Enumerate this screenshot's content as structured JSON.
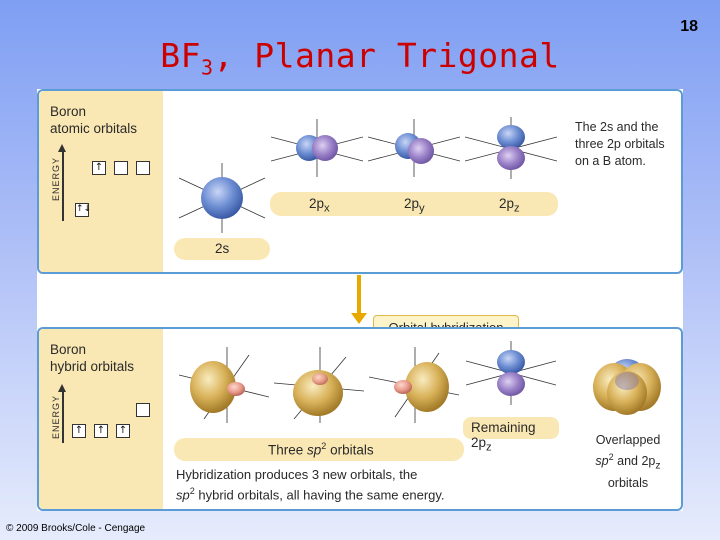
{
  "slide": {
    "title_main": "BF",
    "title_sub": "3",
    "title_rest": ", Planar Trigonal",
    "page_number": "18",
    "copyright": "© 2009 Brooks/Cole - Cengage"
  },
  "top_panel": {
    "label_line1": "Boron",
    "label_line2": "atomic orbitals",
    "energy_label": "ENERGY",
    "boxes_2p": [
      "↑",
      "",
      ""
    ],
    "box_2s": "↑↓",
    "orbital_2px": "2p",
    "orbital_2px_sub": "x",
    "orbital_2py": "2p",
    "orbital_2py_sub": "y",
    "orbital_2pz": "2p",
    "orbital_2pz_sub": "z",
    "orbital_2s": "2s",
    "description_line1": "The 2s and the",
    "description_line2": "three 2p orbitals",
    "description_line3": "on a B atom."
  },
  "transition": {
    "label": "Orbital hybridization"
  },
  "bottom_panel": {
    "label_line1": "Boron",
    "label_line2": "hybrid orbitals",
    "energy_label": "ENERGY",
    "boxes_sp2": [
      "↑",
      "↑",
      "↑"
    ],
    "box_pz": "",
    "sp2_label_pre": "Three ",
    "sp2_label_sp": "sp",
    "sp2_label_sup": "2",
    "sp2_label_post": " orbitals",
    "remaining_label": "Remaining 2p",
    "remaining_sub": "z",
    "description_line1": "Hybridization produces 3 new orbitals, the",
    "description_line2_sp": "sp",
    "description_line2_sup": "2",
    "description_line2_rest": " hybrid orbitals, all having the same energy.",
    "overlap_line1": "Overlapped",
    "overlap_line2_sp": "sp",
    "overlap_line2_sup": "2",
    "overlap_line2_rest": " and 2p",
    "overlap_line2_sub": "z",
    "overlap_line3": "orbitals"
  },
  "colors": {
    "title": "#cc0000",
    "panel_border": "#5c9cd6",
    "label_fill": "#fae8b4",
    "sphere_blue": "#6f8fd4",
    "p_lobe_blue": "#6b86d6",
    "p_lobe_purple": "#9b82c8",
    "sp2_gold": "#d9b25a",
    "sp2_small_lobe": "#e99a8a",
    "arrow": "#e8a800"
  }
}
